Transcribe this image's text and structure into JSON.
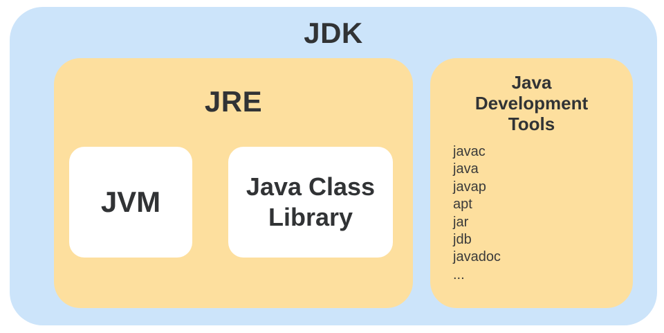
{
  "diagram": {
    "outer": {
      "label": "JDK"
    },
    "jre": {
      "label": "JRE",
      "jvm_label": "JVM",
      "class_library_label": "Java Class Library"
    },
    "tools": {
      "title": "Java Development Tools",
      "items": [
        "javac",
        "java",
        "javap",
        "apt",
        "jar",
        "jdb",
        "javadoc",
        "..."
      ]
    },
    "colors": {
      "outer_bg": "#cce4fa",
      "group_bg": "#fddf9e",
      "leaf_bg": "#ffffff",
      "text": "#313335"
    }
  }
}
